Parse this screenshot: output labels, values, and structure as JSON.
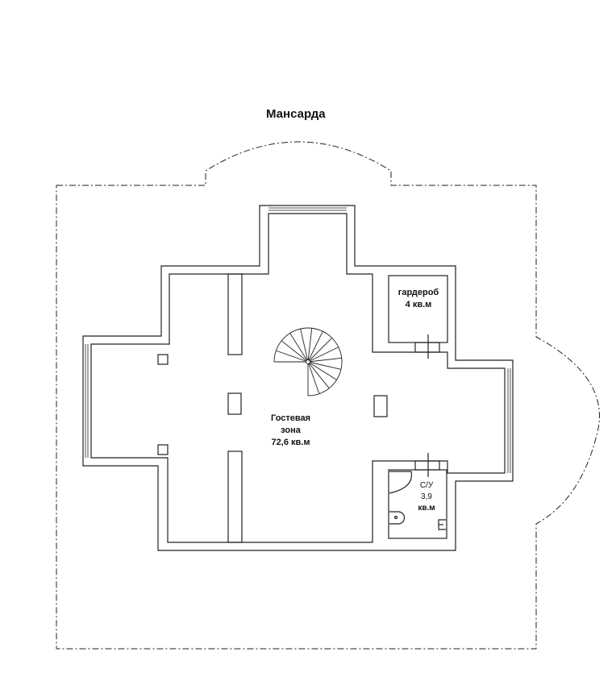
{
  "title": "Мансарда",
  "rooms": {
    "guest": {
      "name": "Гостевая",
      "name2": "зона",
      "area": "72,6 кв.м"
    },
    "wardrobe": {
      "name": "гардероб",
      "area": "4 кв.м"
    },
    "wc": {
      "name": "С/У",
      "area": "3,9",
      "unit": "кв.м"
    }
  },
  "colors": {
    "line": "#222222",
    "background": "#ffffff"
  }
}
